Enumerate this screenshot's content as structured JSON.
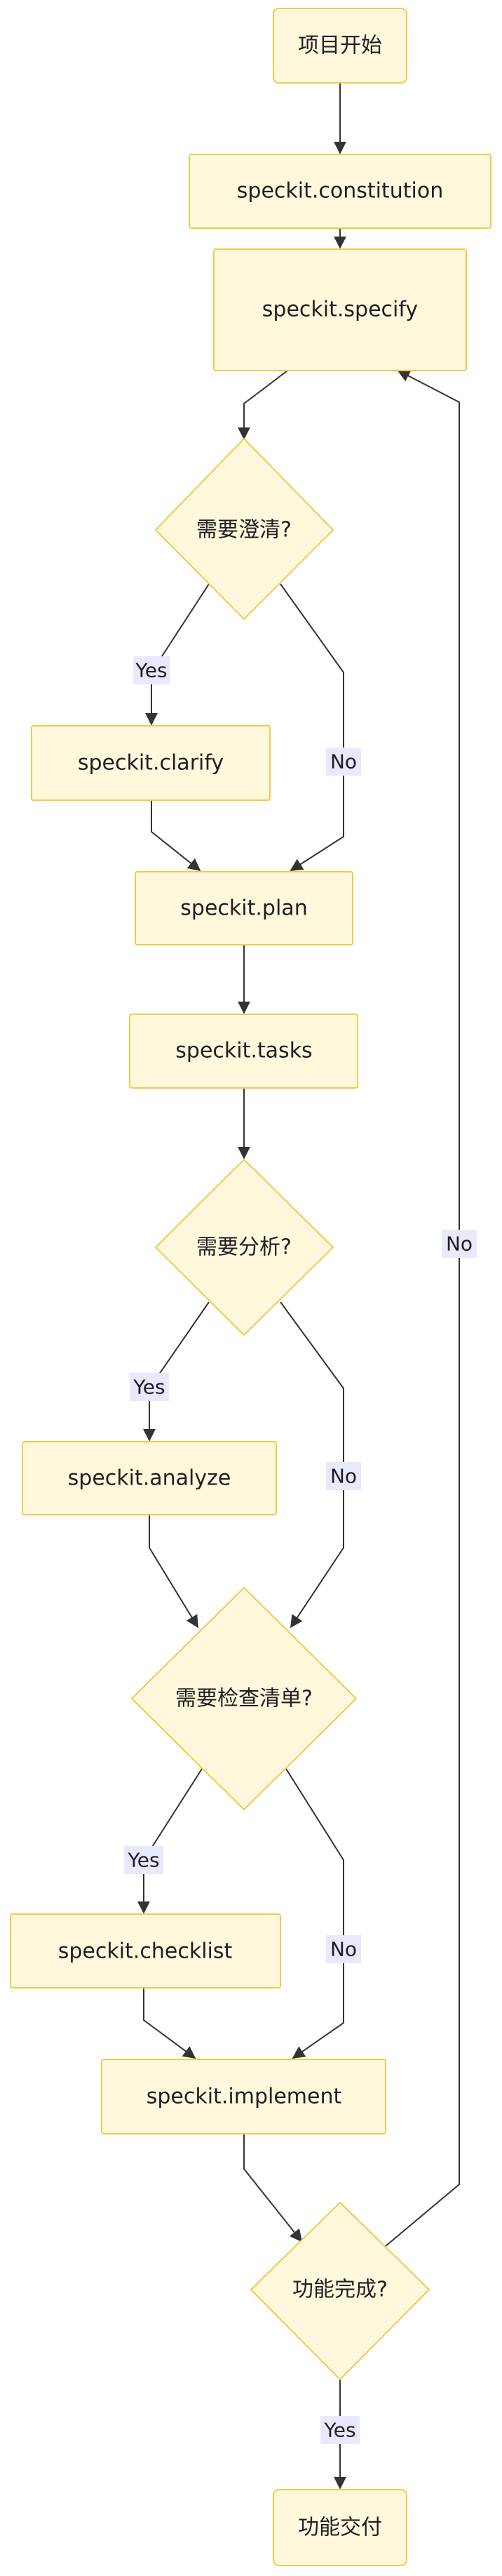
{
  "nodes": {
    "start": "项目开始",
    "constitution": "speckit.constitution",
    "specify": "speckit.specify",
    "clarify_q": "需要澄清?",
    "clarify": "speckit.clarify",
    "plan": "speckit.plan",
    "tasks": "speckit.tasks",
    "analyze_q": "需要分析?",
    "analyze": "speckit.analyze",
    "checklist_q": "需要检查清单?",
    "checklist": "speckit.checklist",
    "implement": "speckit.implement",
    "done_q": "功能完成?",
    "deliver": "功能交付"
  },
  "edge_labels": {
    "clarify_yes": "Yes",
    "clarify_no": "No",
    "analyze_yes": "Yes",
    "analyze_no": "No",
    "checklist_yes": "Yes",
    "checklist_no": "No",
    "done_yes": "Yes",
    "done_no": "No"
  },
  "colors": {
    "node_fill": "#fff8dc",
    "node_stroke": "#f2c94c",
    "edge": "#333333",
    "label_bg": "#e8e8ff"
  }
}
